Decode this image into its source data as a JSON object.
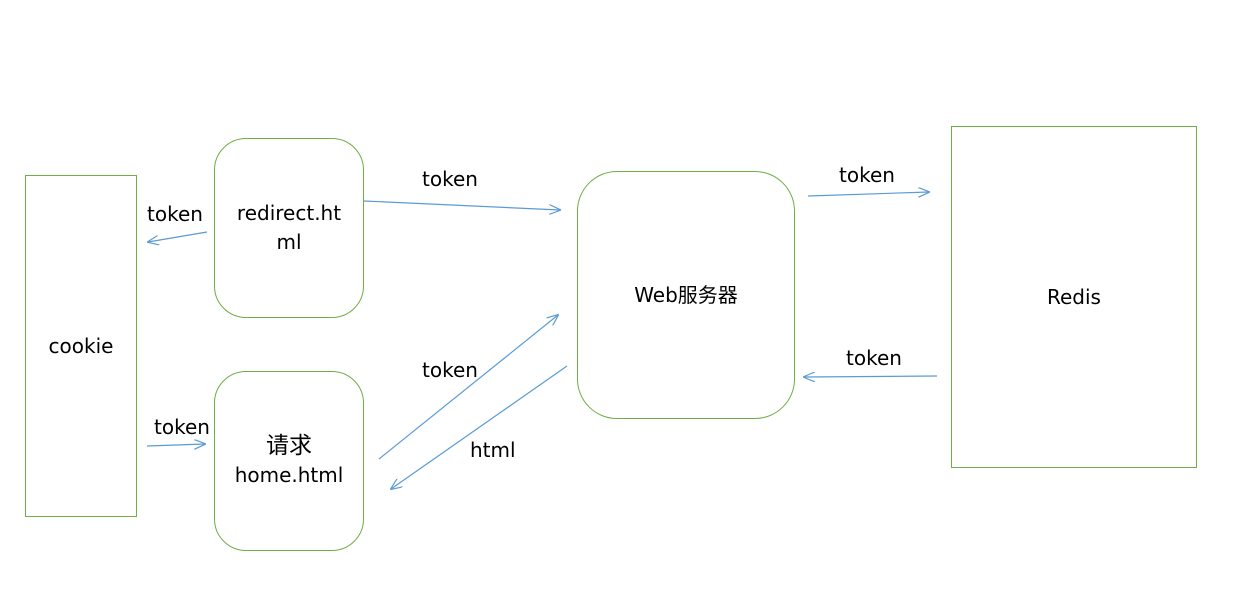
{
  "nodes": {
    "cookie": "cookie",
    "redirect": [
      "redirect.ht",
      "ml"
    ],
    "request": [
      "请求",
      "home.html"
    ],
    "web_server": "Web服务器",
    "redis": "Redis"
  },
  "edges": {
    "redirect_to_cookie": "token",
    "redirect_to_web": "token",
    "web_to_redis": "token",
    "redis_to_web": "token",
    "cookie_to_request": "token",
    "request_to_web": "token",
    "web_to_request": "html"
  },
  "colors": {
    "node_border": "#70ad47",
    "arrow": "#5b9bd5"
  }
}
